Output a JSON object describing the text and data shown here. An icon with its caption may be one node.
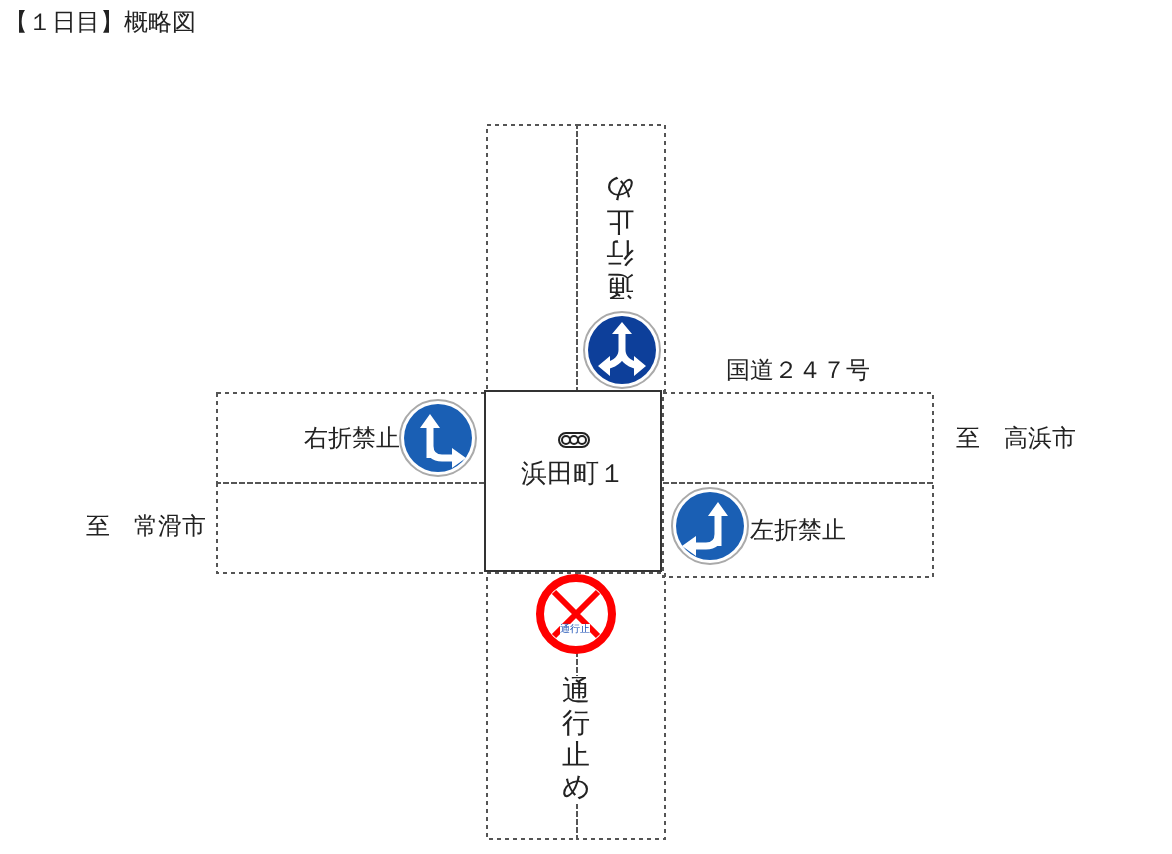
{
  "diagram": {
    "title": "【１日目】概略図",
    "nodes": [
      {
        "text": [
          "浜田町１"
        ]
      }
    ],
    "labels": [
      "通行止め",
      "国道２４７号",
      "右折禁止",
      "至　高浜市",
      "至　常滑市",
      "左折禁止",
      "通行止",
      "通行止め"
    ]
  }
}
